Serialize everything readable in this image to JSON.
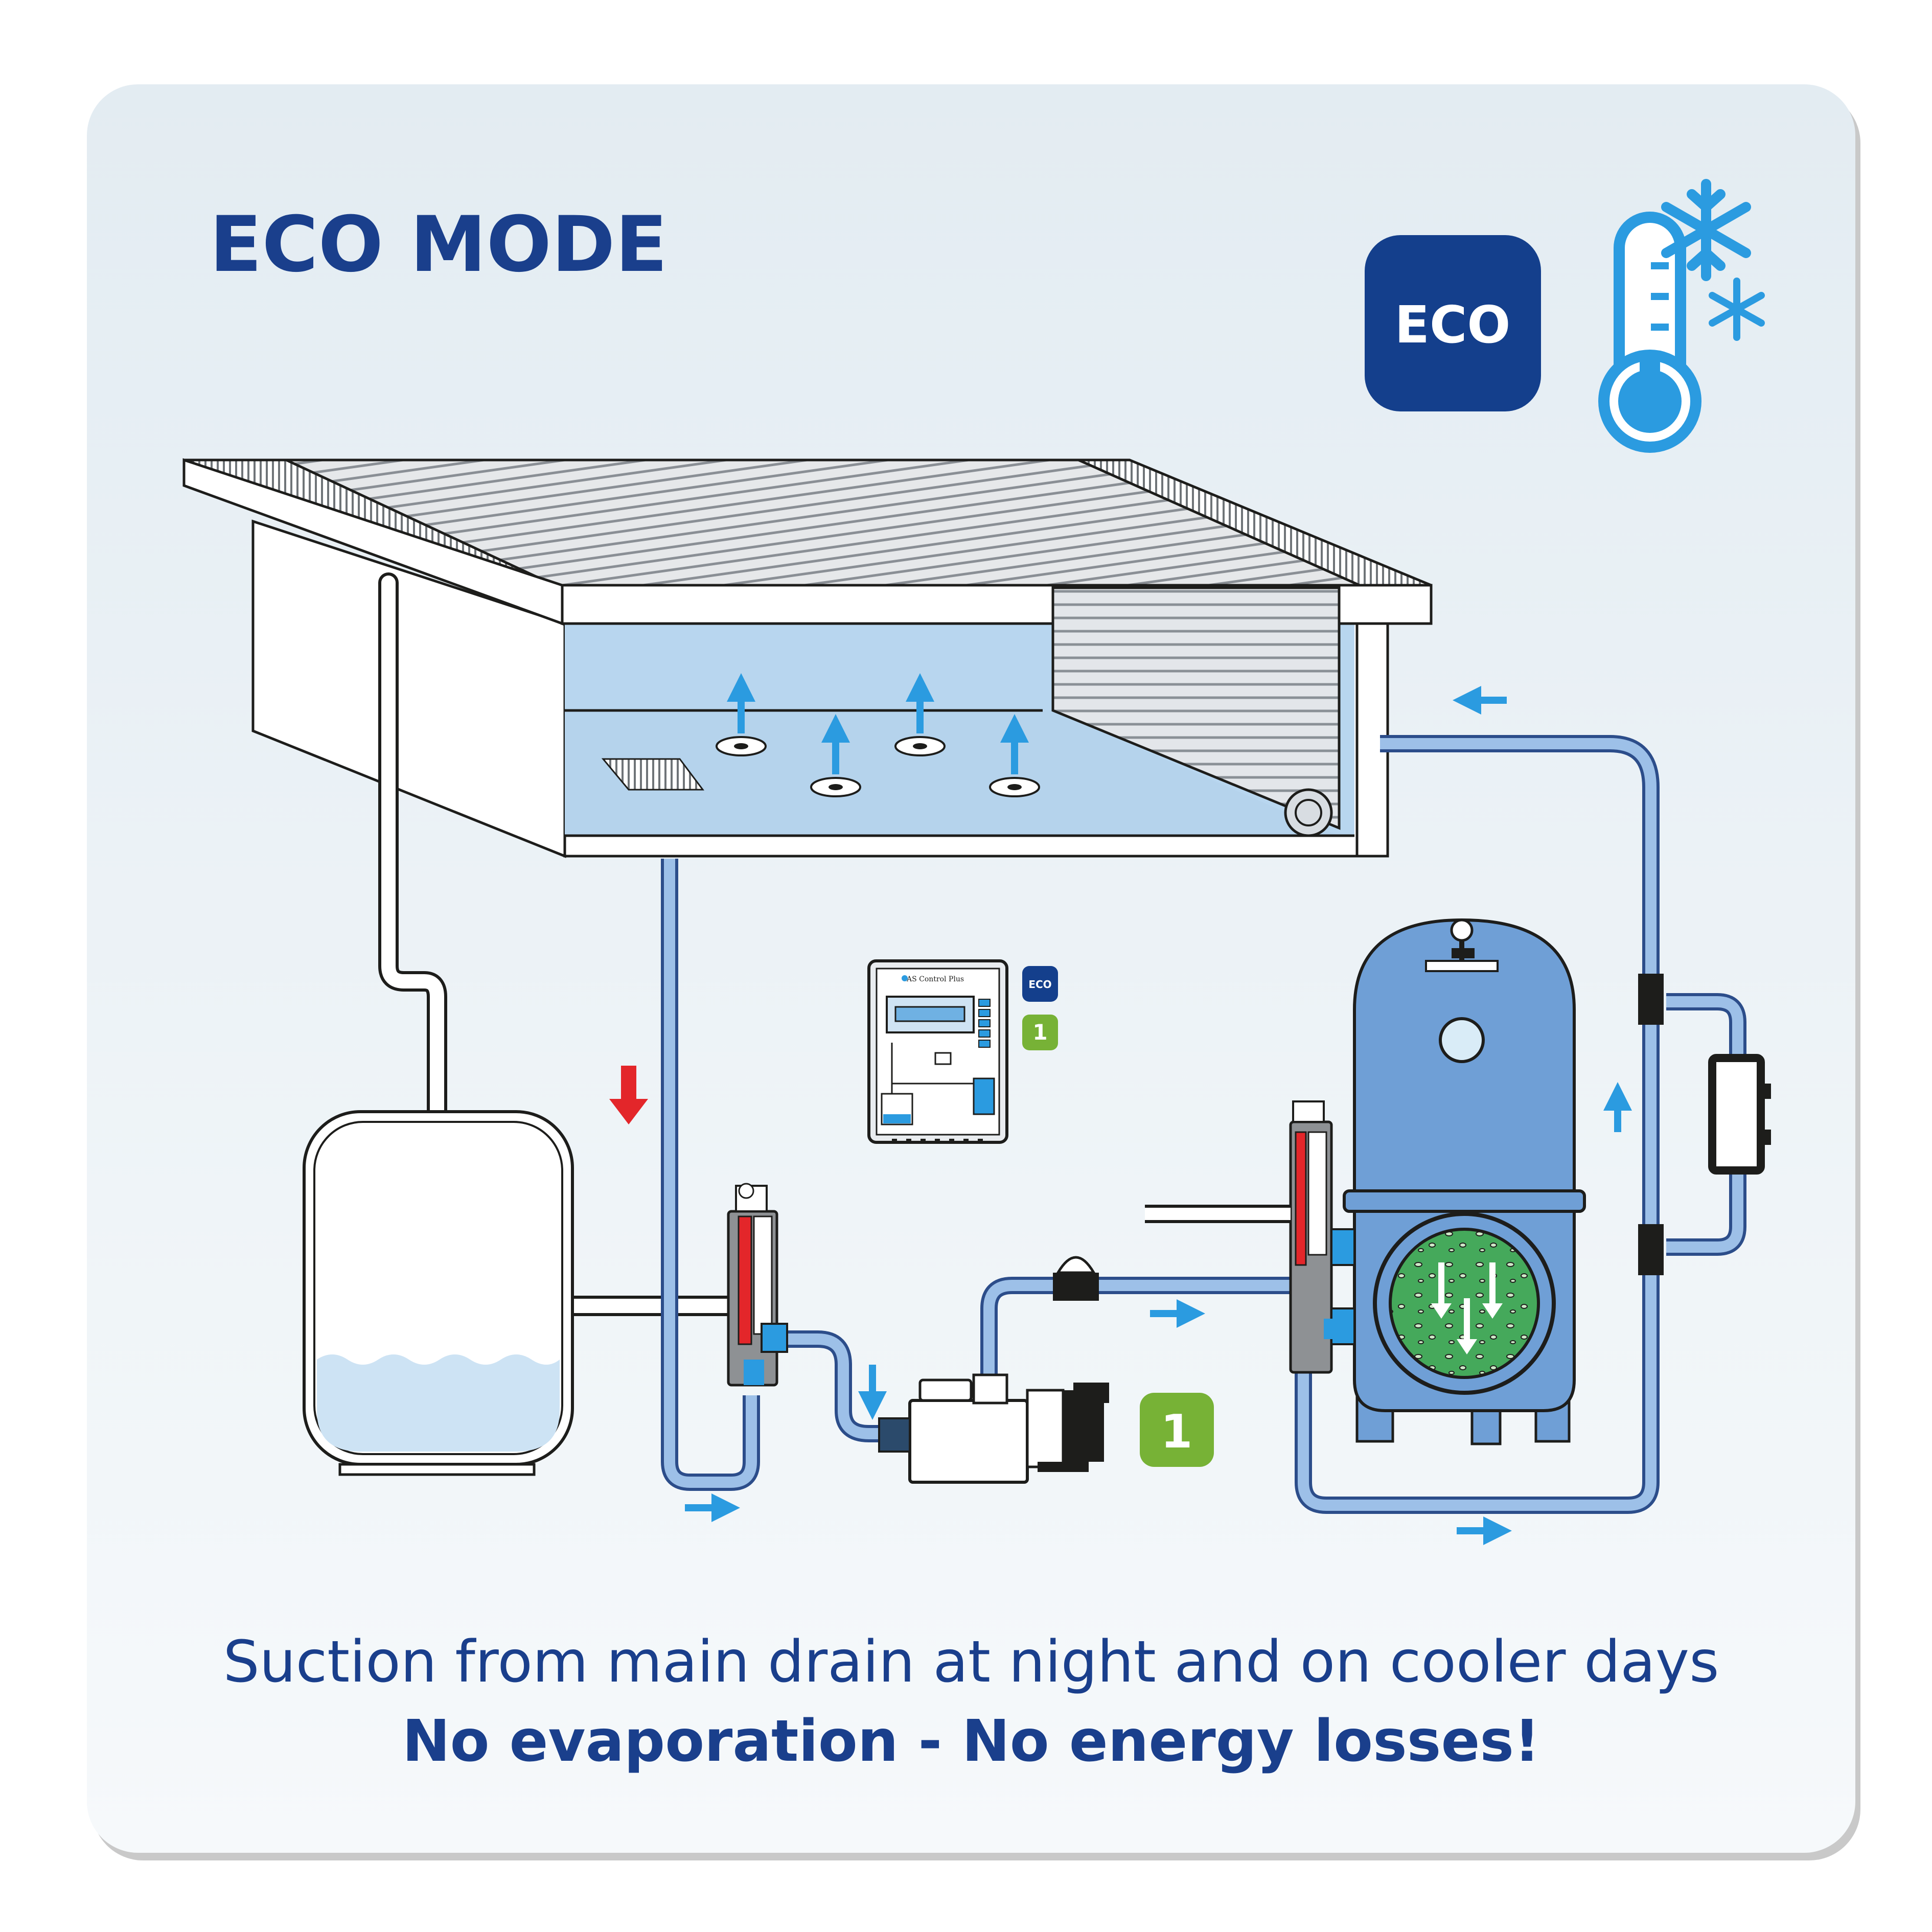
{
  "header": {
    "title": "ECO MODE"
  },
  "eco_badge": {
    "label": "ECO",
    "color": "#143f8c"
  },
  "controller": {
    "label": "AS Control Plus",
    "mode_badge": "ECO",
    "step_badge": "1"
  },
  "pump_step_badge": {
    "label": "1",
    "color": "#77b236"
  },
  "caption": {
    "line1": "Suction from main drain at night and on cooler days",
    "line2": "No evaporation - No energy losses!"
  },
  "colors": {
    "text_primary": "#1a3f8c",
    "water": "#b8d6ef",
    "pipe_fill": "#7ea7dc",
    "pipe_stroke": "#2c4d8a",
    "flow_arrow": "#2b9be0",
    "red_arrow": "#e3262a",
    "filter_body": "#6f9fd6",
    "filter_media": "#41a85a",
    "green_badge": "#77b236"
  },
  "icons": [
    "snowflake-icon",
    "thermometer-icon",
    "flow-arrow-icon",
    "pressure-gauge-icon"
  ]
}
